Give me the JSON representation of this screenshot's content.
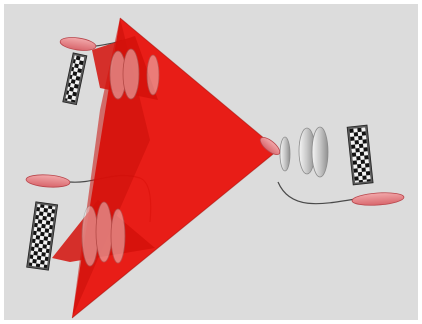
{
  "scene": {
    "colors": {
      "frame": "#ffffff",
      "background": "#dcdcdc",
      "beam": "#e8120c",
      "beam_edge": "#a8100a",
      "beam_dark": "#b10d08",
      "laser_pad": "#e8868a",
      "lens": "#cfcfcf",
      "lens_edge": "#8c8c8c",
      "detector_dark": "#111111",
      "detector_light": "#f2f2f2",
      "cable": "#4a4a4a"
    },
    "icons": {
      "laser": "laser-emitter-icon",
      "lens": "lens-icon",
      "detector": "checkered-detector-icon",
      "cable": "cable-icon"
    },
    "assemblies": [
      "top-left-assembly",
      "right-assembly",
      "bottom-left-assembly"
    ]
  }
}
